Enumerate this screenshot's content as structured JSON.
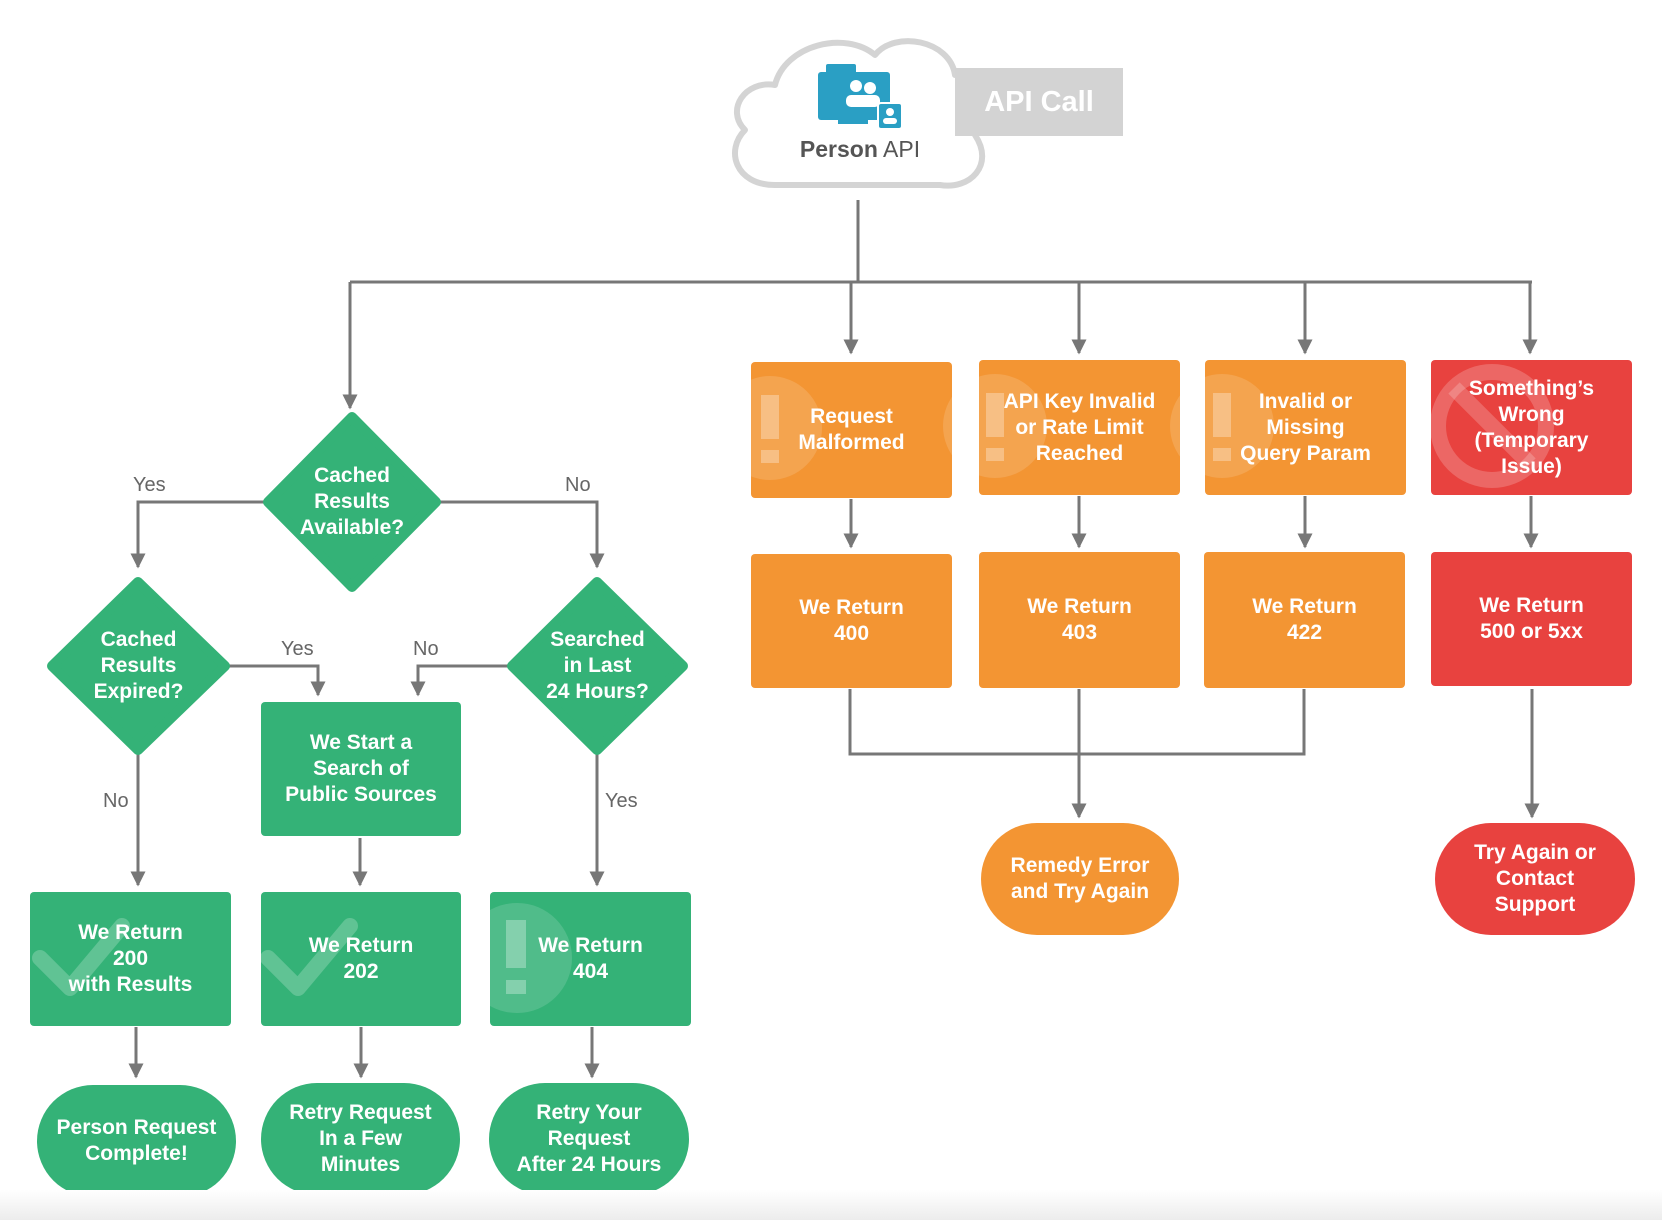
{
  "api_call_label": "API Call",
  "cloud": {
    "bold": "Person",
    "normal": " API"
  },
  "colors": {
    "green": "#34b277",
    "orange": "#f39533",
    "red": "#e8423f",
    "grey_line": "#777777",
    "cloud_stroke": "#d4d4d4",
    "icon_blue": "#2a9fc4"
  },
  "decisions": {
    "cached_available": "Cached\nResults\nAvailable?",
    "cached_expired": "Cached\nResults\nExpired?",
    "searched_24h": "Searched\nin Last\n24 Hours?"
  },
  "branch_labels": {
    "yes": "Yes",
    "no": "No"
  },
  "green_boxes": {
    "start_search": "We Start a\nSearch of\nPublic Sources",
    "return_200": "We Return\n200\nwith Results",
    "return_202": "We Return\n202",
    "return_404": "We Return\n404"
  },
  "green_terminals": {
    "complete": "Person Request\nComplete!",
    "retry_minutes": "Retry Request\nIn a Few\nMinutes",
    "retry_24h": "Retry Your\nRequest\nAfter 24 Hours"
  },
  "errors": {
    "malformed": "Request\nMalformed",
    "api_key": "API Key Invalid\nor Rate Limit\nReached",
    "query_param": "Invalid or\nMissing\nQuery Param",
    "temporary": "Something’s\nWrong\n(Temporary\nIssue)"
  },
  "returns": {
    "r400": "We Return\n400",
    "r403": "We Return\n403",
    "r422": "We Return\n422",
    "r500": "We Return\n500 or 5xx"
  },
  "terminals": {
    "remedy": "Remedy Error\nand Try Again",
    "support": "Try Again or\nContact\nSupport"
  }
}
